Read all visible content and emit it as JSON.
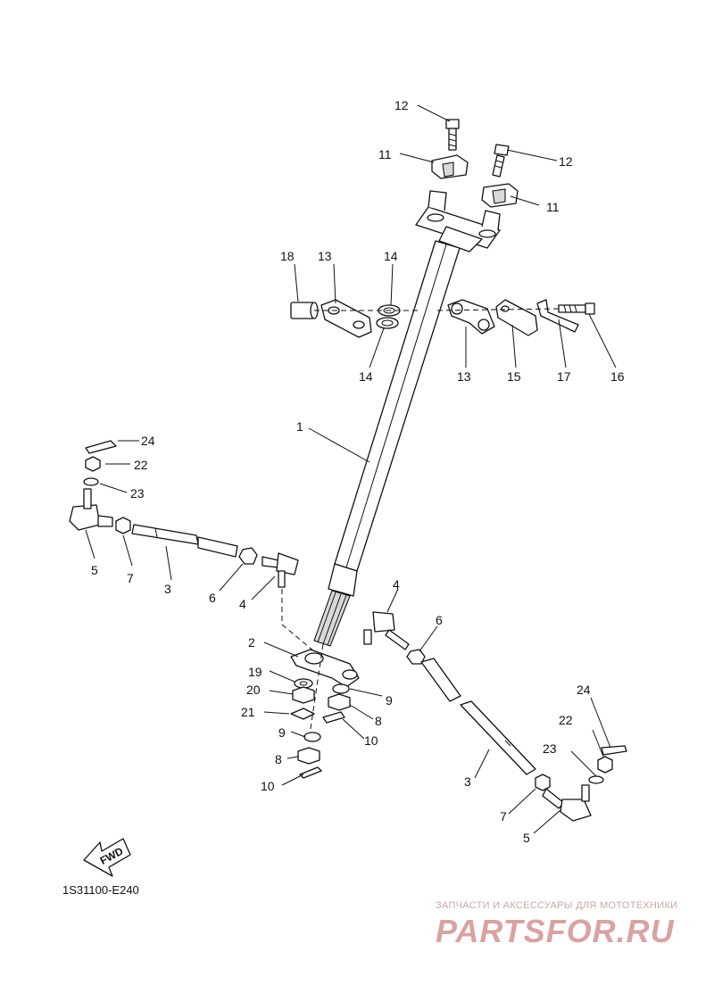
{
  "diagram_code": "1S31100-E240",
  "fwd_label": "FWD",
  "watermark": {
    "caption": "ЗАПЧАСТИ И АКСЕССУАРЫ ДЛЯ МОТОТЕХНИКИ",
    "brand": "PARTSFOR.RU"
  },
  "callouts": {
    "c1": "1",
    "c2": "2",
    "c3_left": "3",
    "c3_right": "3",
    "c4_left": "4",
    "c4_right": "4",
    "c5_left": "5",
    "c5_right": "5",
    "c6_left": "6",
    "c6_right": "6",
    "c7_left": "7",
    "c7_right": "7",
    "c8_upper": "8",
    "c8_lower": "8",
    "c9_upper": "9",
    "c9_lower": "9",
    "c10_upper": "10",
    "c10_lower": "10",
    "c11_left": "11",
    "c11_right": "11",
    "c12_left": "12",
    "c12_right": "12",
    "c13_left": "13",
    "c13_right": "13",
    "c14_upper": "14",
    "c14_lower": "14",
    "c15": "15",
    "c16": "16",
    "c17": "17",
    "c18": "18",
    "c19": "19",
    "c20": "20",
    "c21": "21",
    "c22_left": "22",
    "c22_right": "22",
    "c23_left": "23",
    "c23_right": "23",
    "c24_left": "24",
    "c24_right": "24"
  }
}
